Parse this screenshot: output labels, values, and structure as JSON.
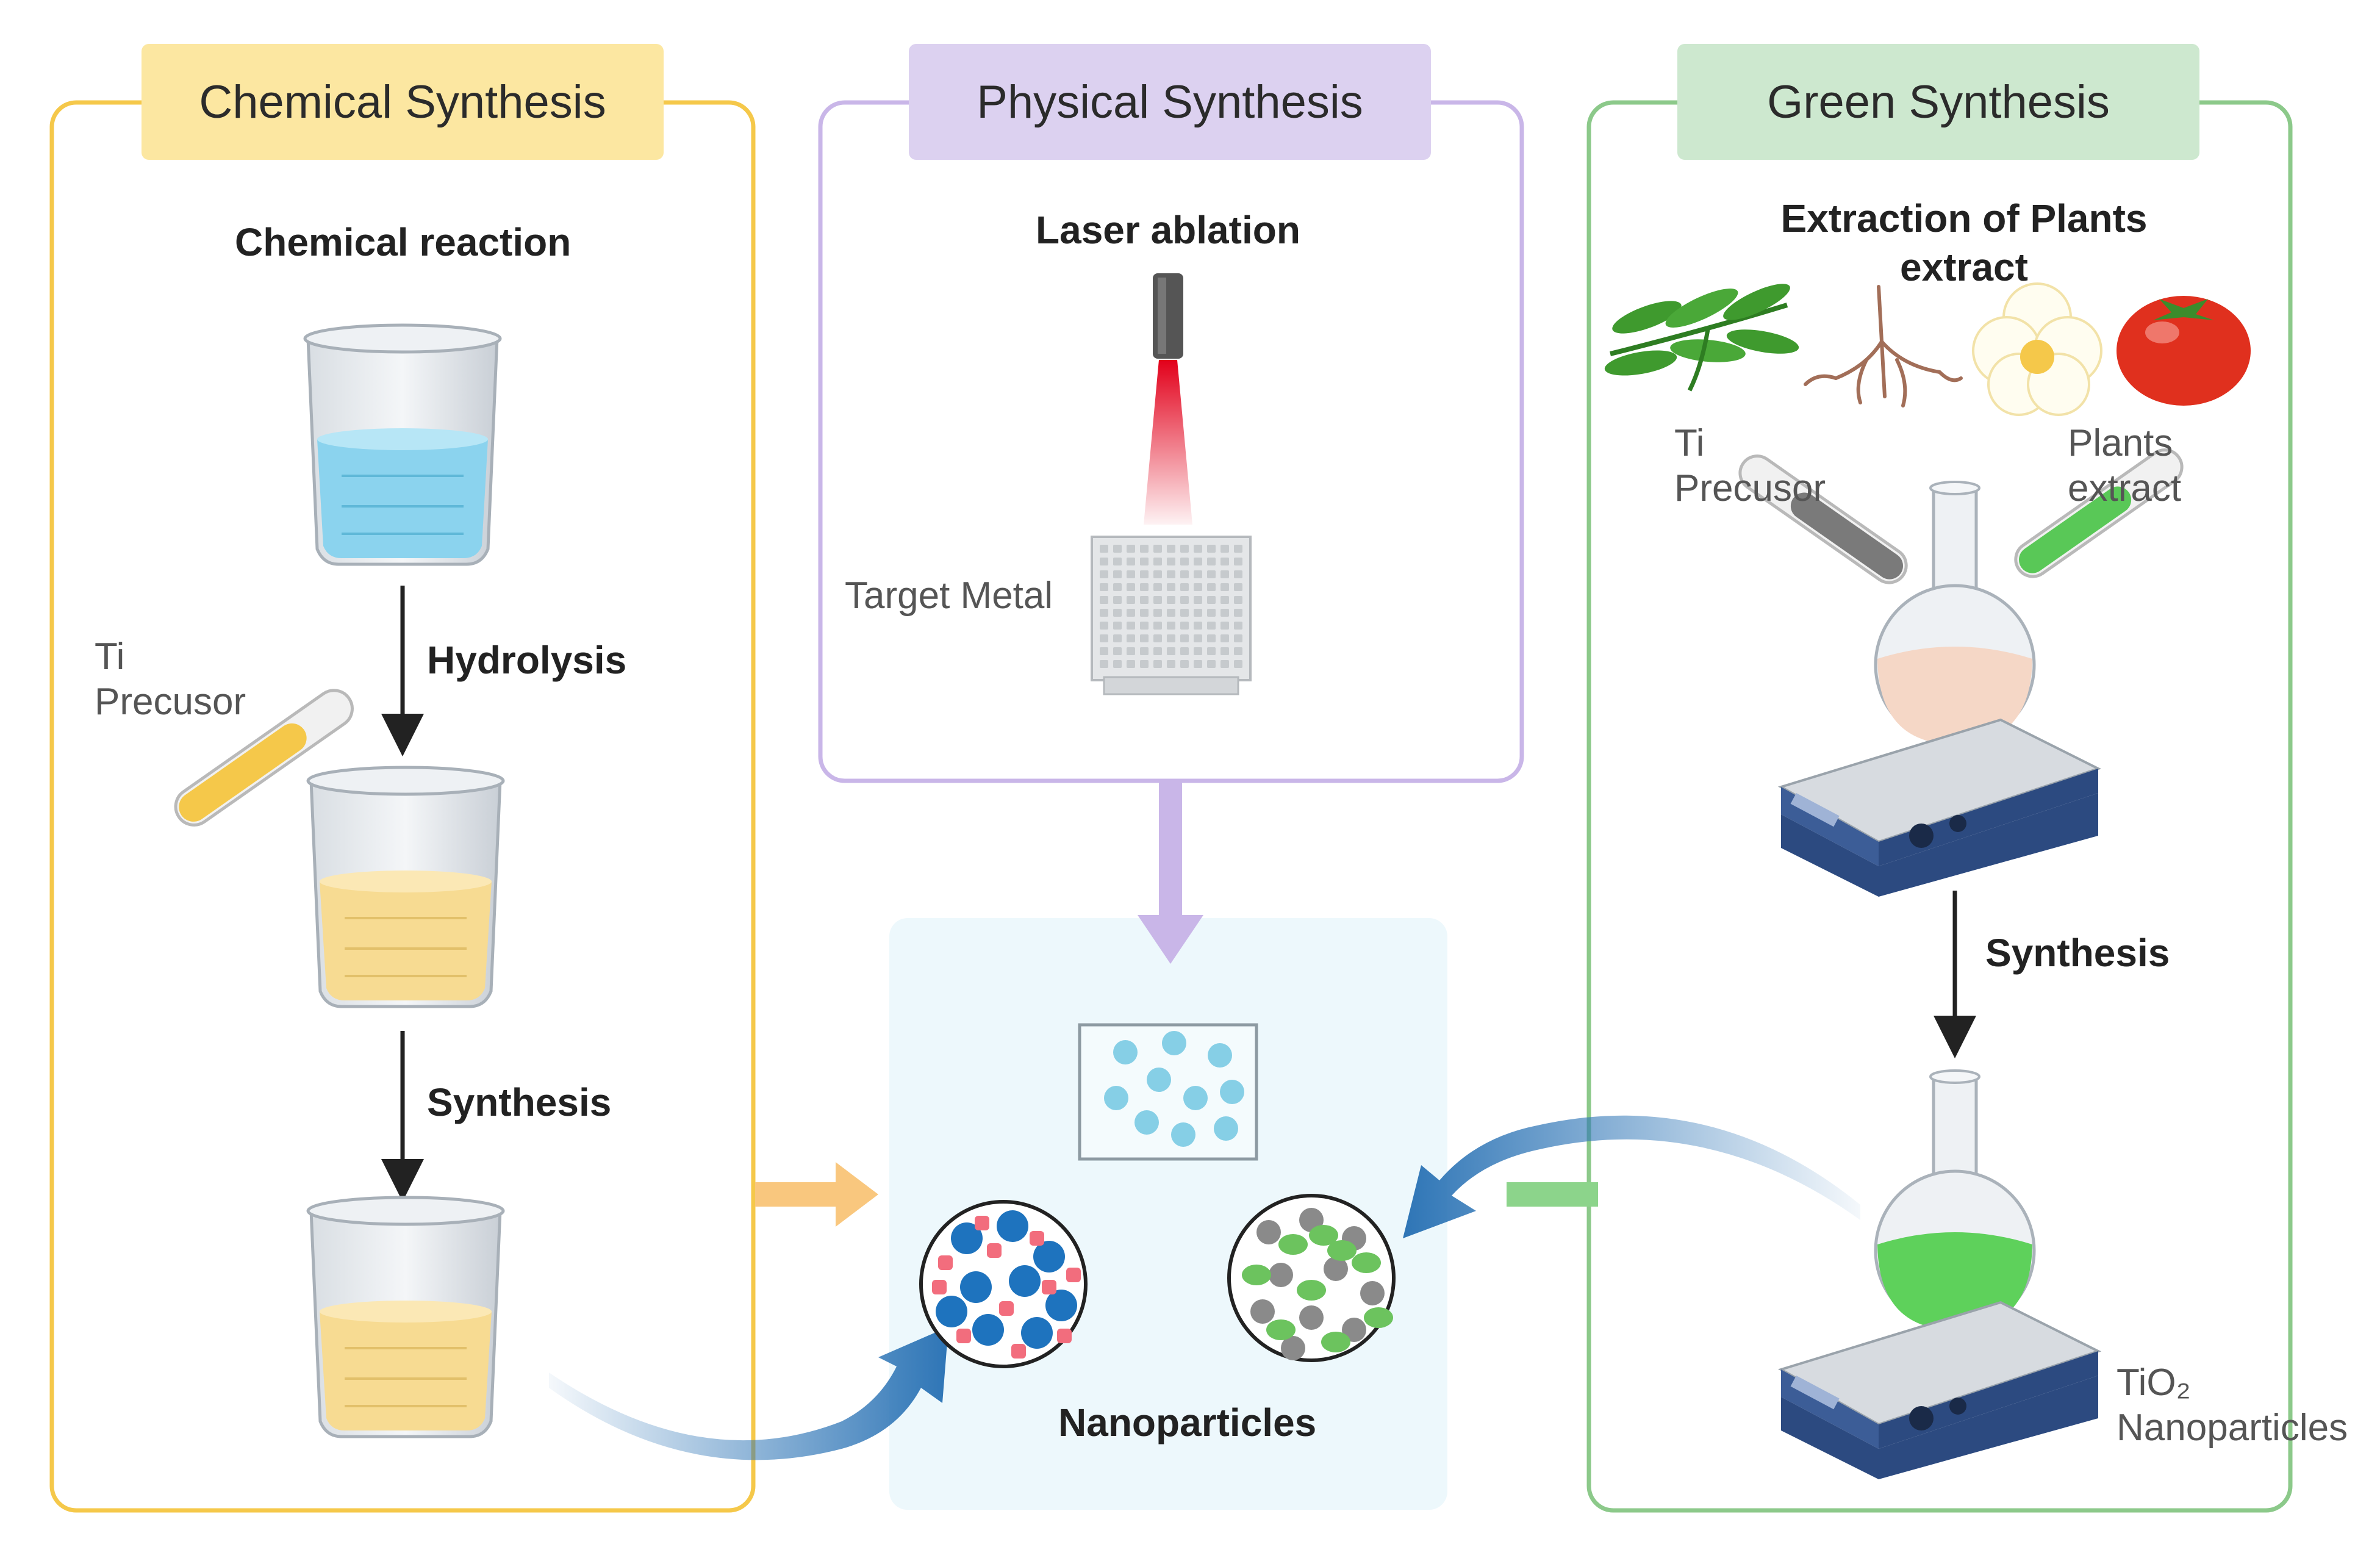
{
  "colors": {
    "chemical": "#F5C84A",
    "chemical_header_bg": "#FCE7A1",
    "physical": "#C9B6E8",
    "physical_header_bg": "#DCD1F0",
    "green": "#8CC98A",
    "green_header_bg": "#CDE8CF",
    "nano_bg": "#EDF8FC",
    "blue_arrow": "#2E75B6",
    "laser": "#E2001A"
  },
  "chemical": {
    "title": "Chemical Synthesis",
    "subtitle": "Chemical reaction",
    "step1": "Hydrolysis",
    "step2": "Synthesis",
    "precursor_line1": "Ti",
    "precursor_line2": "Precusor"
  },
  "physical": {
    "title": "Physical Synthesis",
    "subtitle": "Laser ablation",
    "target": "Target Metal"
  },
  "green": {
    "title": "Green Synthesis",
    "subtitle_line1": "Extraction of Plants",
    "subtitle_line2": "extract",
    "precursor_line1": "Ti",
    "precursor_line2": "Precusor",
    "extract_line1": "Plants",
    "extract_line2": "extract",
    "step": "Synthesis",
    "product_line1": "TiO₂",
    "product_line2": "Nanoparticles"
  },
  "center": {
    "label": "Nanoparticles"
  },
  "icons": [
    "beaker-icon",
    "test-tube-icon",
    "laser-icon",
    "target-metal-icon",
    "leaf-icon",
    "root-icon",
    "flower-icon",
    "tomato-icon",
    "flask-icon",
    "hot-plate-stirrer-icon",
    "nanoparticle-circle-icon",
    "curved-arrow-icon"
  ]
}
